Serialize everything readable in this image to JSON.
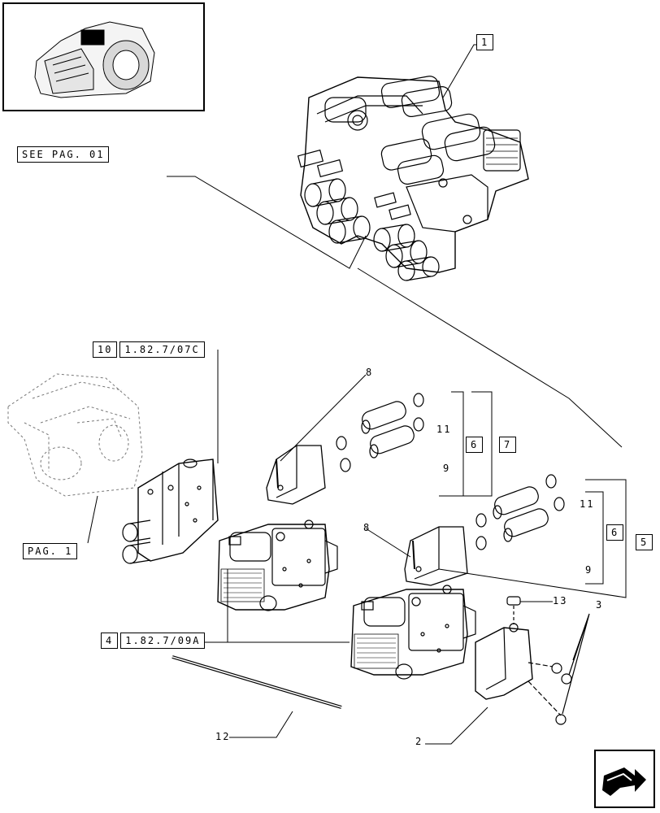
{
  "references": {
    "see_pag": "SEE PAG. 01",
    "pag1": "PAG. 1",
    "ref10_num": "10",
    "ref10_code": "1.82.7/07C",
    "ref4_num": "4",
    "ref4_code": "1.82.7/09A"
  },
  "callouts": {
    "c1": "1",
    "c2": "2",
    "c3": "3",
    "c5": "5",
    "c6a": "6",
    "c6b": "6",
    "c7": "7",
    "c8a": "8",
    "c8b": "8",
    "c9a": "9",
    "c9b": "9",
    "c11a": "11",
    "c11b": "11",
    "c12": "12",
    "c13": "13"
  },
  "icons": {
    "thumbnail": "transmission-housing-thumbnail",
    "navigation": "next-page-arrow-icon"
  }
}
